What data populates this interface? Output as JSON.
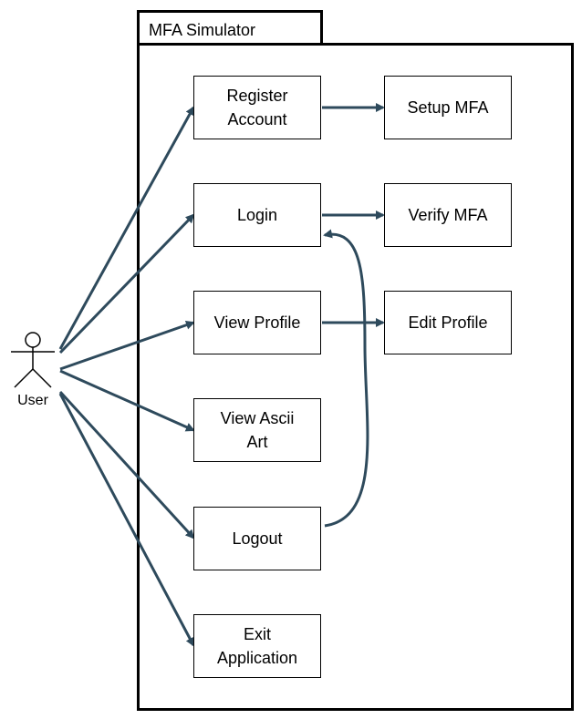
{
  "system": {
    "title": "MFA Simulator"
  },
  "actor": {
    "label": "User"
  },
  "use_cases": {
    "register": "Register\nAccount",
    "setup_mfa": "Setup MFA",
    "login": "Login",
    "verify_mfa": "Verify MFA",
    "view_profile": "View Profile",
    "edit_profile": "Edit Profile",
    "view_ascii": "View Ascii\nArt",
    "logout": "Logout",
    "exit": "Exit\nApplication"
  },
  "colors": {
    "edge": "#2e4a5c",
    "border": "#000000"
  }
}
